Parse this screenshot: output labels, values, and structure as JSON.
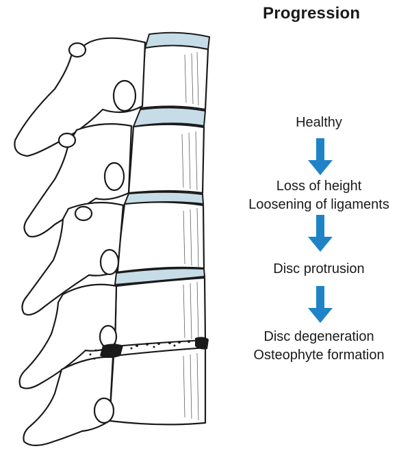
{
  "title": "Progression",
  "colors": {
    "disc": "#c6dde8",
    "arrow": "#1f83c7",
    "ink": "#1a1a1a"
  },
  "stages": [
    {
      "lines": [
        "Healthy"
      ]
    },
    {
      "lines": [
        "Loss of height",
        "Loosening of ligaments"
      ]
    },
    {
      "lines": [
        "Disc protrusion"
      ]
    },
    {
      "lines": [
        "Disc degeneration",
        "Osteophyte formation"
      ]
    }
  ],
  "arrows": [
    {
      "name": "down-arrow-icon"
    },
    {
      "name": "down-arrow-icon"
    },
    {
      "name": "down-arrow-icon"
    }
  ]
}
